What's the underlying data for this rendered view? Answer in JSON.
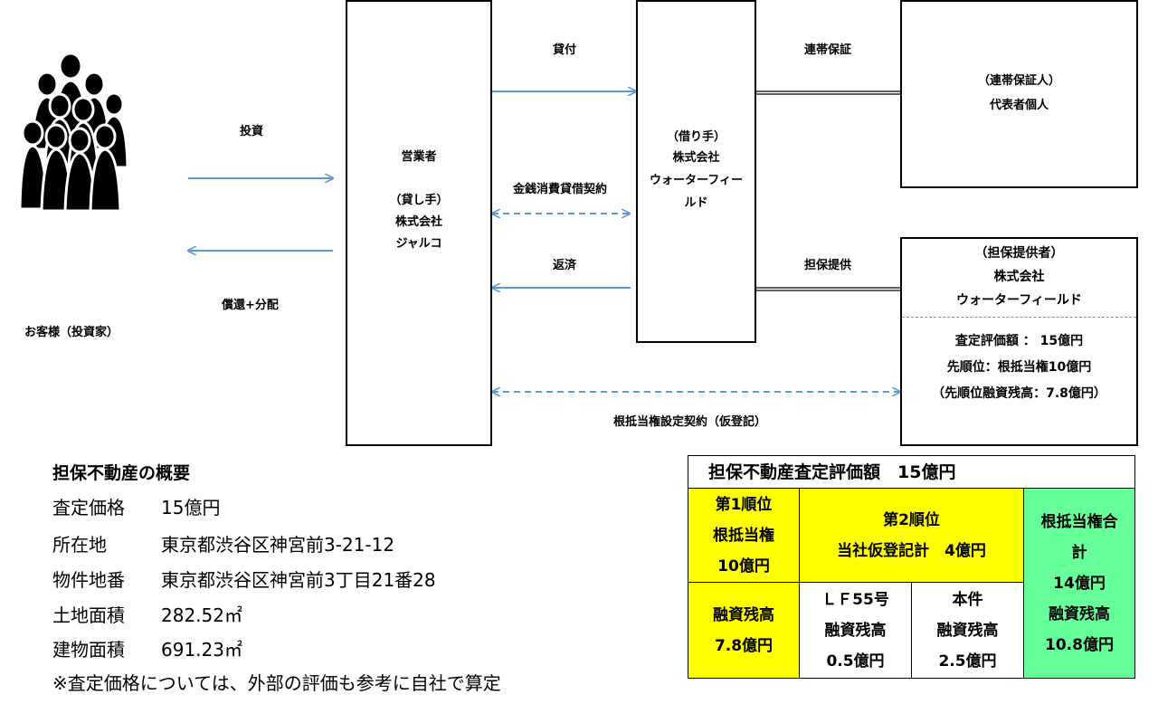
{
  "investors": {
    "flow_invest": "投資",
    "flow_repay_dist": "償還+分配",
    "label": "お客様（投資家）",
    "icon": "people-crowd-icon"
  },
  "lender": {
    "line1": "営業者",
    "line2": "（貸し手）",
    "line3": "株式会社",
    "line4": "ジャルコ"
  },
  "borrower": {
    "line1": "（借り手）",
    "line2": "株式会社",
    "line3": "ウォーターフィー",
    "line4": "ルド"
  },
  "flows": {
    "loan": "貸付",
    "contract": "金銭消費貸借契約",
    "repayment": "返済",
    "joint_guarantee": "連帯保証",
    "collateral": "担保提供",
    "mortgage_contract": "根抵当権設定契約（仮登記）"
  },
  "guarantor": {
    "line1": "（連帯保証人）",
    "line2": "代表者個人"
  },
  "collateral_provider": {
    "line1": "（担保提供者）",
    "line2": "株式会社",
    "line3": "ウォーターフィールド",
    "detail1": "査定評価額 ： 15億円",
    "detail2": "先順位：根抵当権10億円",
    "detail3": "（先順位融資残高：7.8億円）"
  },
  "summary": {
    "title": "担保不動産の概要",
    "rows": [
      {
        "key": "査定価格",
        "value": "15億円"
      },
      {
        "key": "所在地",
        "value": "東京都渋谷区神宮前3-21-12"
      },
      {
        "key": "物件地番",
        "value": "東京都渋谷区神宮前3丁目21番28"
      },
      {
        "key": "土地面積",
        "value": "282.52㎡"
      },
      {
        "key": "建物面積",
        "value": "691.23㎡"
      }
    ],
    "note": "※査定価格については、外部の評価も参考に自社で算定"
  },
  "table": {
    "title": "担保不動産査定評価額　15億円",
    "first_rank": {
      "line1": "第1順位",
      "line2": "根抵当権",
      "line3": "10億円"
    },
    "second_rank": {
      "line1": "第2順位",
      "line2": "当社仮登記計　4億円"
    },
    "total": {
      "line1": "根抵当権合",
      "line2": "計",
      "line3": "14億円",
      "line4": "融資残高",
      "line5": "10.8億円"
    },
    "first_balance": {
      "line1": "融資残高",
      "line2": "7.8億円"
    },
    "lf55": {
      "line1": "ＬＦ55号",
      "line2": "融資残高",
      "line3": "0.5億円"
    },
    "this_deal": {
      "line1": "本件",
      "line2": "融資残高",
      "line3": "2.5億円"
    },
    "colors": {
      "yellow": "#ffff00",
      "green": "#66ff99"
    }
  },
  "colors": {
    "arrow": "#5b9bd5"
  }
}
